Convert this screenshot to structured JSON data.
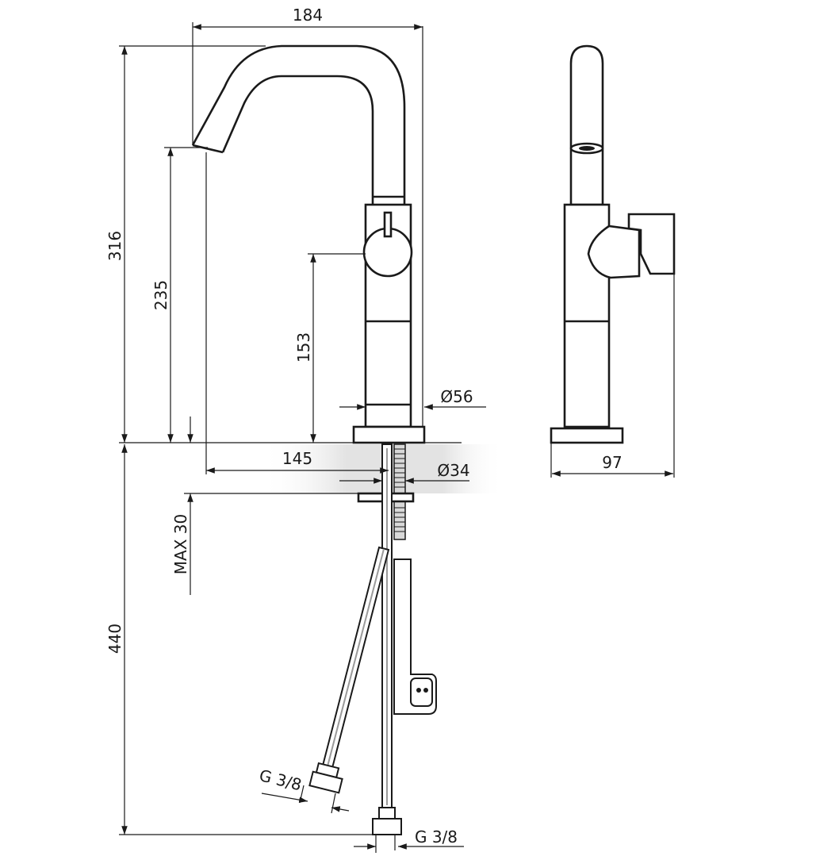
{
  "dimensions": {
    "overall_width": "184",
    "total_height": "316",
    "spout_height": "235",
    "handle_height": "153",
    "base_diameter": "Ø56",
    "spout_reach": "145",
    "hole_diameter": "Ø34",
    "max_deck_thickness": "MAX 30",
    "hose_length": "440",
    "side_depth": "97",
    "hose_thread_1": "G 3/8",
    "hose_thread_2": "G 3/8"
  }
}
